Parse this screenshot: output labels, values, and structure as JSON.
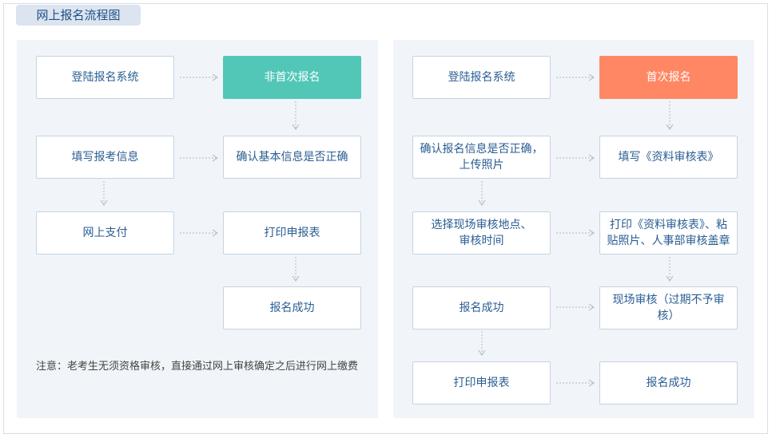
{
  "title": "网上报名流程图",
  "left": {
    "boxes": {
      "login": "登陆报名系统",
      "type": "非首次报名",
      "fill": "填写报考信息",
      "confirm": "确认基本信息是否正确",
      "pay": "网上支付",
      "print": "打印申报表",
      "success": "报名成功"
    },
    "note": "注意：老考生无须资格审核，直接通过网上审核确定之后进行网上缴费"
  },
  "right": {
    "boxes": {
      "login": "登陆报名系统",
      "type": "首次报名",
      "confirm_line1": "确认报名信息是否正确，",
      "confirm_line2": "上传照片",
      "fill": "填写《资料审核表》",
      "select_line1": "选择现场审核地点、",
      "select_line2": "审核时间",
      "print_form_line1": "打印《资料审核表》、粘",
      "print_form_line2": "贴照片、人事部审核盖章",
      "success1": "报名成功",
      "onsite": "现场审核（过期不予审核）",
      "print": "打印申报表",
      "success2": "报名成功"
    }
  },
  "colors": {
    "teal": "#52c7b8",
    "coral": "#ff8764",
    "text": "#2a5d93",
    "panel": "#f1f5f9",
    "arrow": "#b9c3cd"
  }
}
